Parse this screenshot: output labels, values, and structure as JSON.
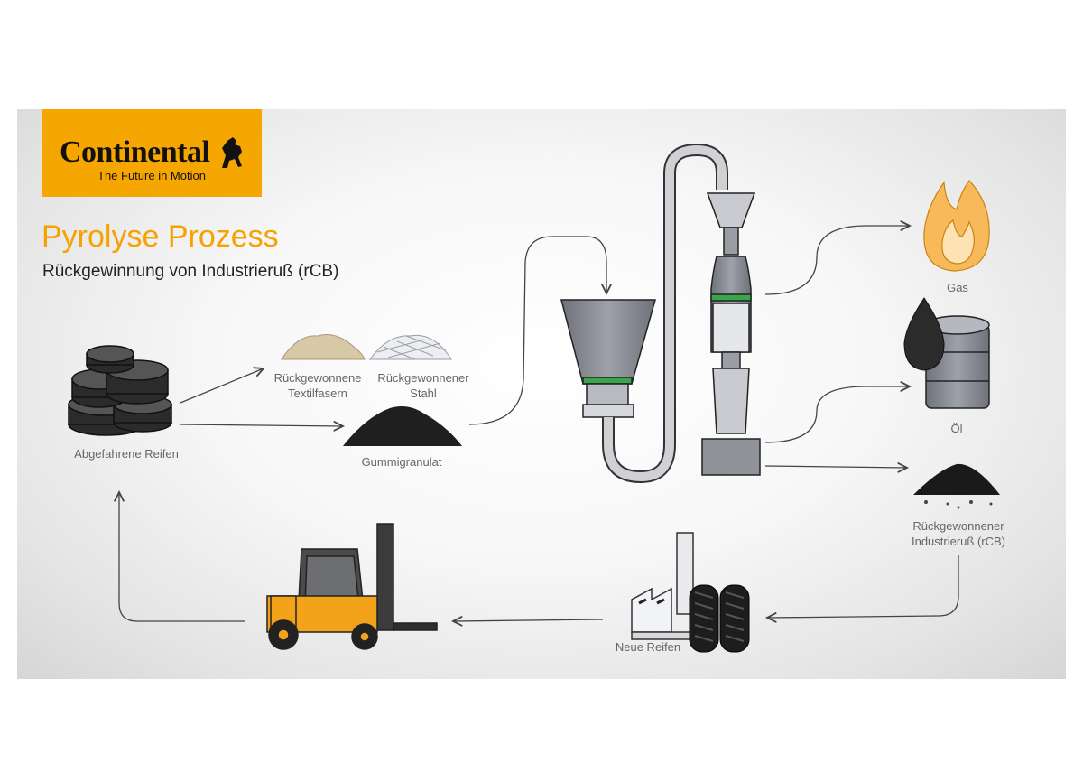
{
  "brand": {
    "name": "Continental",
    "tagline": "The Future in Motion",
    "accent": "#f6a600"
  },
  "title": "Pyrolyse Prozess",
  "subtitle": "Rückgewinnung von Industrieruß (rCB)",
  "labels": {
    "used_tires": "Abgefahrene Reifen",
    "textile": "Rückgewonnene\nTextilfasern",
    "steel": "Rückgewonnener\nStahl",
    "rubber": "Gummigranulat",
    "gas": "Gas",
    "oil": "Öl",
    "rcb": "Rückgewonnener\nIndustrieruß (rCB)",
    "new_tires": "Neue Reifen"
  },
  "colors": {
    "title": "#f5a202",
    "green_band": "#3aa54a",
    "steel_gray": "#8a8d96",
    "forklift": "#f3a31a"
  }
}
